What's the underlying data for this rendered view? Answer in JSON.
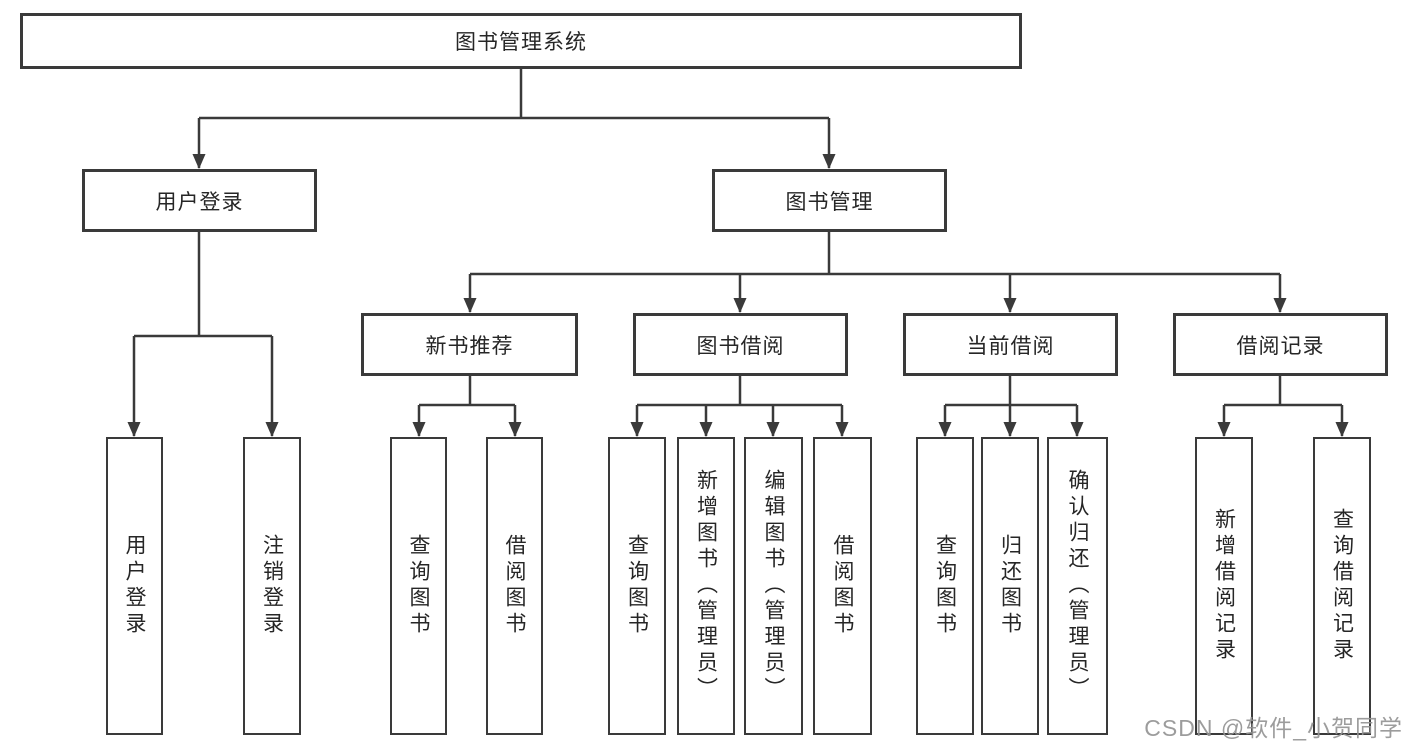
{
  "watermark": "CSDN @软件_小贺同学",
  "colors": {
    "line": "#3a3a3a",
    "box_border": "#3a3a3a",
    "text": "#262626",
    "background": "#ffffff",
    "watermark": "#949494"
  },
  "tree": {
    "root": "图书管理系统",
    "branches": [
      {
        "label": "用户登录",
        "children": [
          "用户登录",
          "注销登录"
        ]
      },
      {
        "label": "图书管理",
        "groups": [
          {
            "label": "新书推荐",
            "children": [
              "查询图书",
              "借阅图书"
            ]
          },
          {
            "label": "图书借阅",
            "children": [
              "查询图书",
              "新增图书（管理员）",
              "编辑图书（管理员）",
              "借阅图书"
            ]
          },
          {
            "label": "当前借阅",
            "children": [
              "查询图书",
              "归还图书",
              "确认归还（管理员）"
            ]
          },
          {
            "label": "借阅记录",
            "children": [
              "新增借阅记录",
              "查询借阅记录"
            ]
          }
        ]
      }
    ]
  }
}
